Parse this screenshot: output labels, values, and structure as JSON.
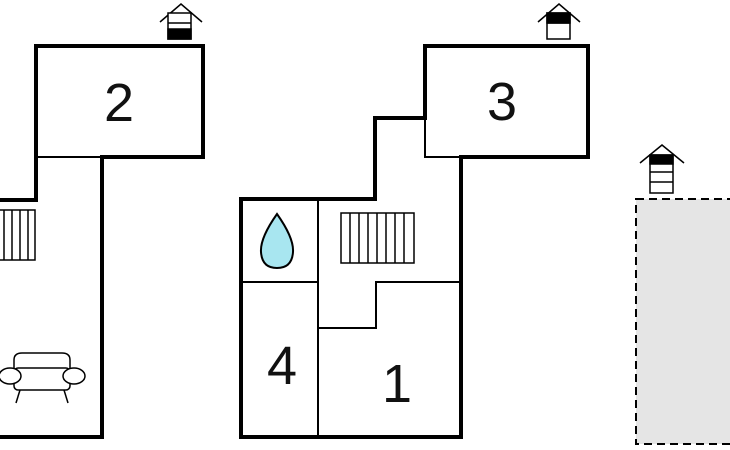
{
  "floorplan": {
    "rooms": [
      {
        "id": "room-1",
        "label": "1"
      },
      {
        "id": "room-2",
        "label": "2"
      },
      {
        "id": "room-3",
        "label": "3"
      },
      {
        "id": "room-4",
        "label": "4"
      }
    ],
    "icons": [
      "house-icon",
      "staircase-icon",
      "water-drop-icon",
      "sofa-icon"
    ],
    "colors": {
      "wall": "#000000",
      "water_drop": "#a8e6f0",
      "dashed_area": "#e5e5e5"
    }
  }
}
